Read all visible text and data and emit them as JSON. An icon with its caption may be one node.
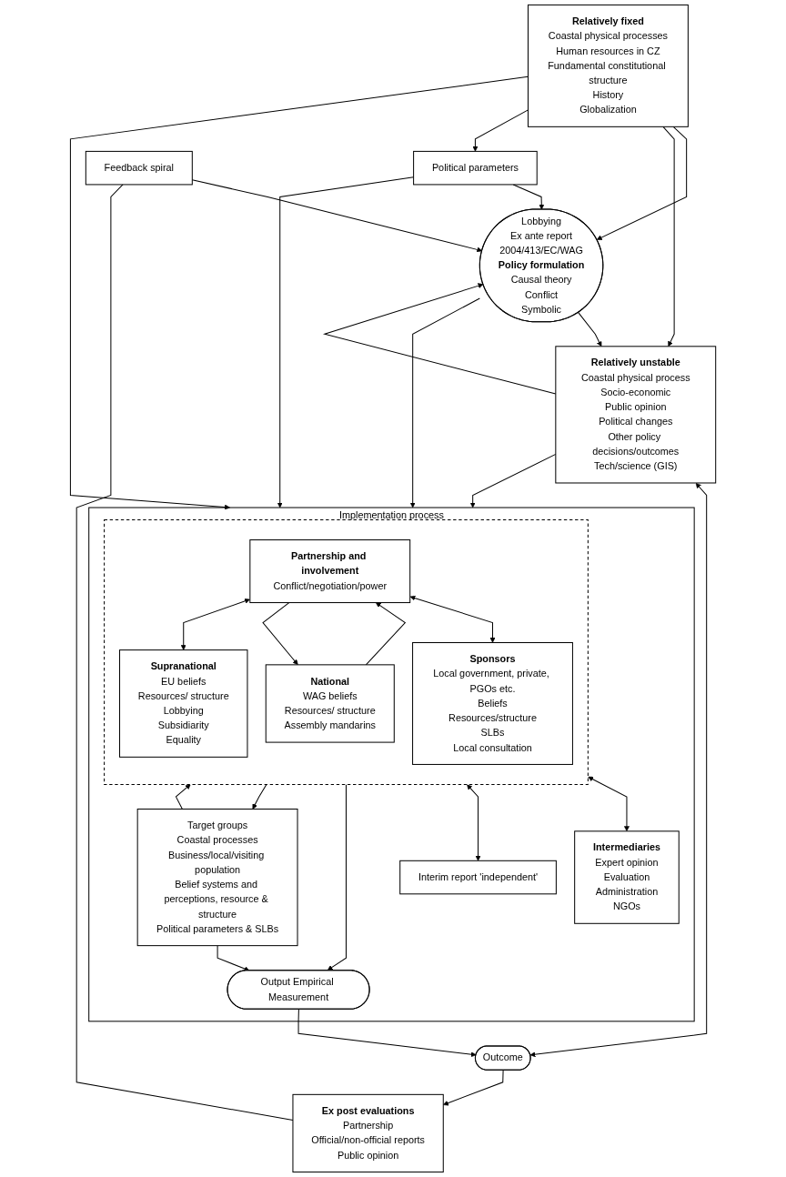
{
  "diagram": {
    "nodes": [
      {
        "text": [
          "Relatively fixed",
          "Coastal physical processes",
          "Human resources in CZ",
          "Fundamental constitutional structure",
          "History",
          "Globalization"
        ]
      },
      {
        "text": [
          "Lobbying",
          "Ex ante report",
          "2004/413/EC/WAG",
          "Policy formulation",
          "Causal theory",
          "Conflict",
          "Symbolic"
        ]
      },
      {
        "text": [
          "Relatively unstable",
          "Coastal physical process",
          "Socio-economic",
          "Public opinion",
          "Political changes",
          "Other policy decisions/outcomes",
          "Tech/science (GIS)"
        ]
      },
      {
        "text": [
          "Political parameters"
        ]
      },
      {
        "text": [
          "Feedback spiral"
        ]
      },
      {
        "text": [
          "Implementation process"
        ]
      },
      {
        "text": [],
        "shape": "box",
        "in": 5
      },
      {
        "text": [
          "Partnership and involvement",
          "Conflict/negotiation/power"
        ],
        "in": 6
      },
      {
        "text": [
          "Supranational",
          "EU beliefs",
          "Resources/ structure",
          "Lobbying",
          "Subsidiarity",
          "Equality"
        ],
        "in": 6
      },
      {
        "text": [
          "National",
          "WAG beliefs",
          "Resources/ structure",
          "Assembly mandarins"
        ],
        "in": 6
      },
      {
        "text": [
          "Sponsors",
          "Local government, private, PGOs etc.",
          "Beliefs",
          "Resources/structure",
          "SLBs",
          "Local consultation"
        ],
        "in": 6
      },
      {
        "text": [
          "Intermediaries",
          "Expert opinion",
          "Evaluation",
          "Administration",
          "NGOs"
        ],
        "in": 5
      },
      {
        "text": [
          "Interim report 'independent'"
        ],
        "in": 5
      },
      {
        "text": [
          "Target groups",
          "Coastal processes",
          "Business/local/visiting population",
          "Belief systems and perceptions, resource & structure",
          "Political parameters & SLBs"
        ],
        "in": 5
      },
      {
        "text": [
          "Output Empirical Measurement"
        ],
        "in": 5
      },
      {
        "text": [
          "Ex post evaluations",
          "Partnership",
          "Official/non-official reports",
          "Public opinion"
        ]
      },
      {
        "text": [
          "Outcome"
        ]
      }
    ],
    "edges": [
      {
        "from": 0,
        "to": 1,
        "arrow": "to"
      },
      {
        "from": 0,
        "to": 2,
        "arrow": "to"
      },
      {
        "from": 2,
        "to": 1,
        "arrow": "to"
      },
      {
        "from": 1,
        "to": 2,
        "arrow": "to"
      },
      {
        "from": 0,
        "to": 3,
        "arrow": "to"
      },
      {
        "from": 0,
        "to": 5,
        "arrow": "to"
      },
      {
        "from": 3,
        "to": 5,
        "arrow": "to"
      },
      {
        "from": 3,
        "to": 1,
        "arrow": "to"
      },
      {
        "from": 1,
        "to": 5,
        "arrow": "to"
      },
      {
        "from": 4,
        "to": 1,
        "arrow": "to"
      },
      {
        "from": 2,
        "to": 5,
        "arrow": "to"
      },
      {
        "from": 15,
        "to": 4,
        "arrow": "none"
      },
      {
        "from": 16,
        "to": 2,
        "arrow": "both"
      },
      {
        "from": 7,
        "to": 8,
        "arrow": "both"
      },
      {
        "from": 9,
        "to": 7,
        "arrow": "to"
      },
      {
        "from": 7,
        "to": 9,
        "arrow": "to"
      },
      {
        "from": 7,
        "to": 10,
        "arrow": "both"
      },
      {
        "from": 6,
        "to": 11,
        "arrow": "both"
      },
      {
        "from": 6,
        "to": 12,
        "arrow": "both"
      },
      {
        "from": 6,
        "to": 14,
        "arrow": "to"
      },
      {
        "from": 6,
        "to": 13,
        "arrow": "to"
      },
      {
        "from": 13,
        "to": 6,
        "arrow": "to"
      },
      {
        "from": 13,
        "to": 14,
        "arrow": "to"
      },
      {
        "from": 14,
        "to": 16,
        "arrow": "to"
      },
      {
        "from": 16,
        "to": 15,
        "arrow": "to"
      }
    ]
  }
}
